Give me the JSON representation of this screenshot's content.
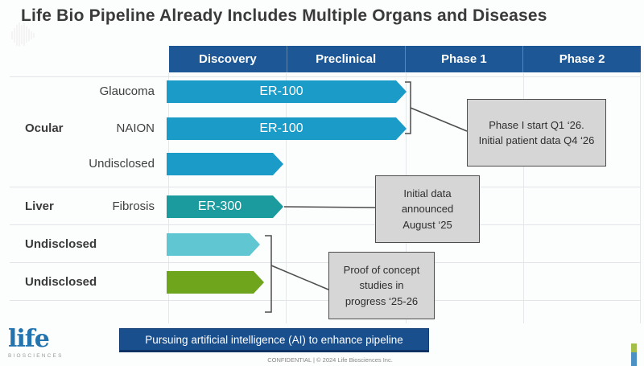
{
  "slide": {
    "title": "Life Bio Pipeline Already Includes Multiple Organs and Diseases",
    "banner": "Pursuing artificial intelligence (AI) to enhance pipeline",
    "footer": "CONFIDENTIAL | © 2024 Life Biosciences Inc."
  },
  "logo": {
    "text": "life",
    "subtext": "BIOSCIENCES"
  },
  "table": {
    "columns": [
      "Discovery",
      "Preclinical",
      "Phase 1",
      "Phase 2"
    ],
    "rows": [
      {
        "organ": "Ocular",
        "indication": "Glaucoma",
        "program": "ER-100",
        "stage_end": "Preclinical",
        "color": "#1b9bc8"
      },
      {
        "organ": "Ocular",
        "indication": "NAION",
        "program": "ER-100",
        "stage_end": "Preclinical",
        "color": "#1b9bc8"
      },
      {
        "organ": "Ocular",
        "indication": "Undisclosed",
        "program": "",
        "stage_end": "Discovery",
        "color": "#1b9bc8"
      },
      {
        "organ": "Liver",
        "indication": "Fibrosis",
        "program": "ER-300",
        "stage_end": "Discovery",
        "color": "#1b9b9e"
      },
      {
        "organ": "Undisclosed",
        "indication": "",
        "program": "",
        "stage_end": "Discovery",
        "color": "#5fc6d2"
      },
      {
        "organ": "Undisclosed",
        "indication": "",
        "program": "",
        "stage_end": "Discovery",
        "color": "#6fa51c"
      }
    ]
  },
  "callouts": [
    {
      "text": "Phase I start Q1 ‘26.\nInitial patient data Q4 ‘26"
    },
    {
      "text": "Initial data\nannounced\nAugust ‘25"
    },
    {
      "text": "Proof of concept\nstudies in\nprogress ‘25-26"
    }
  ],
  "colors": {
    "header_blue": "#1d5796",
    "bar_blue": "#1b9bc8",
    "bar_teal": "#1b9b9e",
    "bar_cyan": "#5fc6d2",
    "bar_green": "#6fa51c",
    "banner_blue": "#1a4f8e",
    "callout_gray": "#d6d6d6",
    "logo_blue": "#2273ae"
  }
}
